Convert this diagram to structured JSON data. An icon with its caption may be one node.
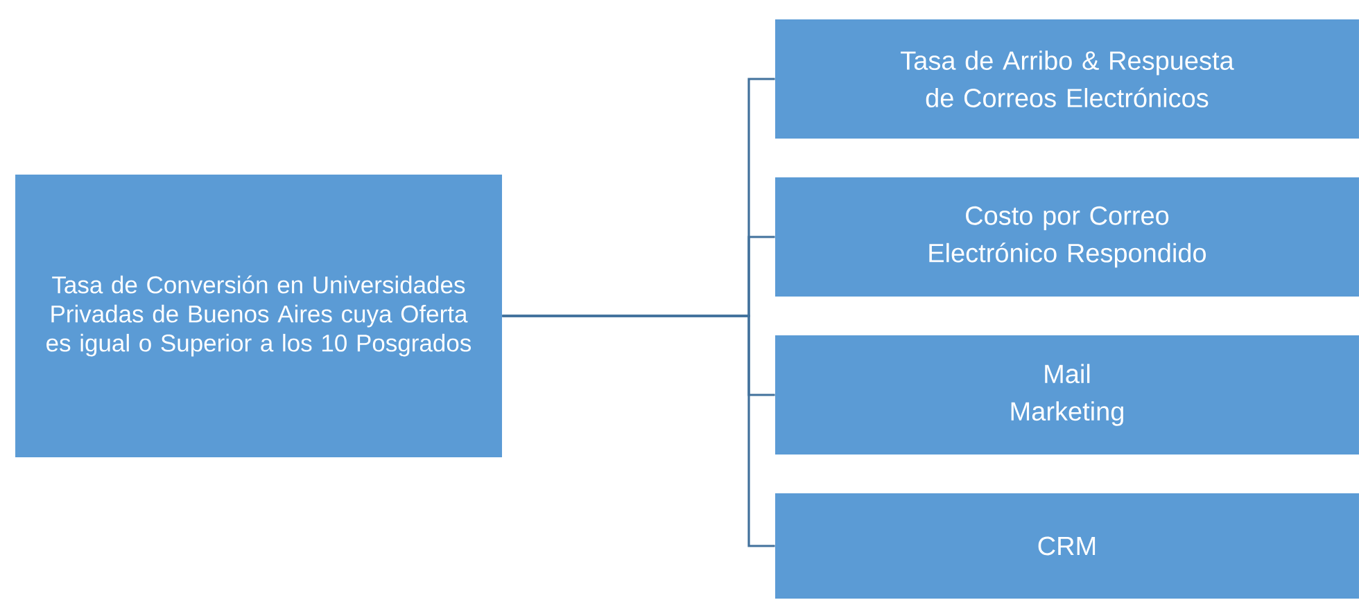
{
  "diagram": {
    "nodes": [
      {
        "text": [
          "Tasa de Conversión en Universidades Privadas de Buenos Aires cuya Oferta es igual o Superior a los 10 Posgrados"
        ]
      },
      {
        "text": [
          "Tasa de Arribo & Respuesta de Correos Electrónicos"
        ]
      },
      {
        "text": [
          "Costo por Correo Electrónico Respondido"
        ]
      },
      {
        "text": [
          "Mail Marketing"
        ]
      },
      {
        "text": [
          "CRM"
        ]
      }
    ],
    "edges": [
      {
        "from": 0,
        "to": 1,
        "arrow": "none"
      },
      {
        "from": 0,
        "to": 2,
        "arrow": "none"
      },
      {
        "from": 0,
        "to": 3,
        "arrow": "none"
      },
      {
        "from": 0,
        "to": 4,
        "arrow": "none"
      }
    ]
  }
}
